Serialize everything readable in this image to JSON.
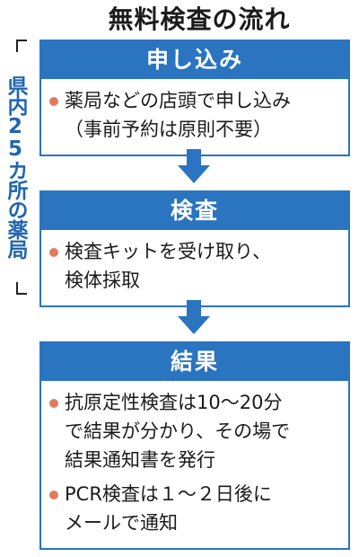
{
  "title": "無料検査の流れ",
  "side_label": "県内25カ所の薬局",
  "colors": {
    "accent": "#2a74c0",
    "bullet": "#e07b5d",
    "side_label": "#1f66b0"
  },
  "steps": [
    {
      "heading": "申し込み",
      "bullets": [
        [
          "薬局などの店頭で申し込み",
          "（事前予約は原則不要）"
        ]
      ]
    },
    {
      "heading": "検査",
      "bullets": [
        [
          "検査キットを受け取り、",
          "検体採取"
        ]
      ]
    },
    {
      "heading": "結果",
      "bullets": [
        [
          "抗原定性検査は10～20分",
          "で結果が分かり、その場で",
          "結果通知書を発行"
        ],
        [
          "PCR検査は１～２日後に",
          "メールで通知"
        ]
      ]
    }
  ]
}
